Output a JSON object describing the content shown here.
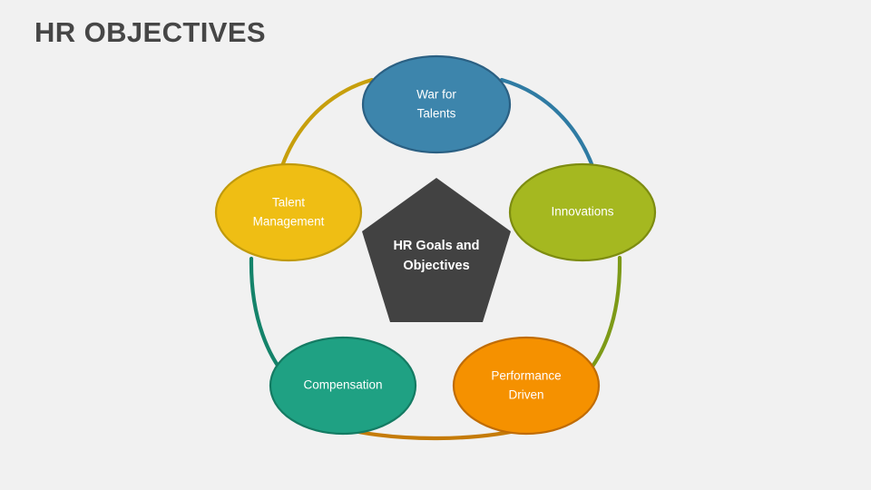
{
  "slide": {
    "title": "HR OBJECTIVES",
    "background_color": "#f1f1f1",
    "title_color": "#464646"
  },
  "diagram": {
    "type": "cycle-ring",
    "center": {
      "shape": "pentagon",
      "label_line1": "HR Goals and",
      "label_line2": "Objectives",
      "fill": "#424242",
      "text_color": "#ffffff"
    },
    "nodes": [
      {
        "id": "war-for-talents",
        "label_line1": "War for",
        "label_line2": "Talents",
        "fill": "#3d85ac",
        "stroke": "#2b6083",
        "text_color": "#ffffff",
        "position": "top"
      },
      {
        "id": "innovations",
        "label_line1": "Innovations",
        "label_line2": "",
        "fill": "#a5b820",
        "stroke": "#7d8c10",
        "text_color": "#ffffff",
        "position": "top-right"
      },
      {
        "id": "performance-driven",
        "label_line1": "Performance",
        "label_line2": "Driven",
        "fill": "#f59100",
        "stroke": "#c06c05",
        "text_color": "#ffffff",
        "position": "bottom-right"
      },
      {
        "id": "compensation",
        "label_line1": "Compensation",
        "label_line2": "",
        "fill": "#1fa183",
        "stroke": "#147b63",
        "text_color": "#ffffff",
        "position": "bottom-left"
      },
      {
        "id": "talent-management",
        "label_line1": "Talent",
        "label_line2": "Management",
        "fill": "#efbe14",
        "stroke": "#c09a0c",
        "text_color": "#ffffff",
        "position": "top-left"
      }
    ],
    "connectors": [
      {
        "id": "talent-management-to-war-for-talents",
        "color": "#c79f0c"
      },
      {
        "id": "war-for-talents-to-innovations",
        "color": "#2f7ba3"
      },
      {
        "id": "innovations-to-performance-driven",
        "color": "#7d9a17"
      },
      {
        "id": "performance-driven-to-compensation",
        "color": "#c57b08"
      },
      {
        "id": "compensation-to-talent-management",
        "color": "#14836a"
      }
    ]
  }
}
